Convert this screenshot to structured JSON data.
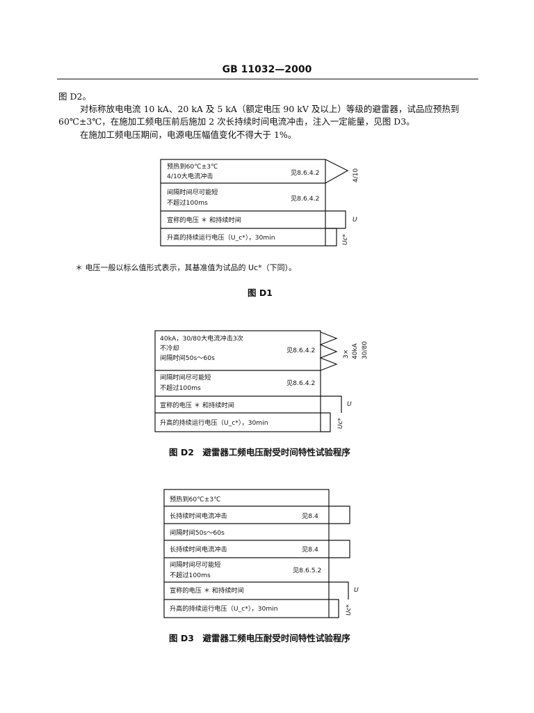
{
  "header": {
    "title": "GB 11032—2000"
  },
  "body_text": {
    "line1": "图 D2。",
    "line2": "对标称放电电流 10 kA、20 kA 及 5 kA（额定电压 90 kV 及以上）等级的避雷器，试品应预热到",
    "line3": "60℃±3℃，在施加工频电压前后施加 2 次长持续时间电流冲击，注入一定能量，见图 D3。",
    "line4": "在施加工频电压期间，电源电压幅值变化不得大于 1%。"
  },
  "fig_d1": {
    "rows": [
      {
        "lines": [
          "预热到60℃±3℃",
          "4/10大电流冲击"
        ],
        "ref": "见8.6.4.2"
      },
      {
        "lines": [
          "间隔时间尽可能短",
          "不超过100ms"
        ],
        "ref": "见8.6.4.2"
      },
      {
        "lines": [
          "宣称的电压 ＊ 和持续时间"
        ],
        "ref": ""
      },
      {
        "lines": [
          "升高的持续运行电压（U_c*），30min"
        ],
        "ref": ""
      }
    ],
    "label_impulse": "4/10",
    "label_u": "U",
    "label_uc": "Uc*",
    "footnote": "＊ 电压一般以标么值形式表示，其基准值为试品的 Uc*（下同）。",
    "caption": "图 D1"
  },
  "fig_d2": {
    "rows": [
      {
        "lines": [
          "40kA，30/80大电流冲击3次",
          "不冷却",
          "间隔时间50s～60s"
        ],
        "ref": "见8.6.4.2"
      },
      {
        "lines": [
          "间隔时间尽可能短",
          "不超过100ms"
        ],
        "ref": "见8.6.4.2"
      },
      {
        "lines": [
          "宣称的电压 ＊ 和持续时间"
        ],
        "ref": ""
      },
      {
        "lines": [
          "升高的持续运行电压（U_c*），30min"
        ],
        "ref": ""
      }
    ],
    "label_times": "3×",
    "label_ka": "40kA",
    "label_wave": "30/80",
    "label_u": "U",
    "label_uc": "Uc*",
    "caption": "图 D2　避雷器工频电压耐受时间特性试验程序"
  },
  "fig_d3": {
    "rows": [
      {
        "lines": [
          "预热到60℃±3℃"
        ],
        "ref": ""
      },
      {
        "lines": [
          "长持续时间电流冲击"
        ],
        "ref": "见8.4"
      },
      {
        "lines": [
          "间隔时间50s～60s"
        ],
        "ref": ""
      },
      {
        "lines": [
          "长持续时间电流冲击"
        ],
        "ref": "见8.4"
      },
      {
        "lines": [
          "间隔时间尽可能短",
          "不超过100ms"
        ],
        "ref": "见8.6.5.2"
      },
      {
        "lines": [
          "宣称的电压 ＊ 和持续时间"
        ],
        "ref": ""
      },
      {
        "lines": [
          "升高的持续运行电压（U_c*），30min"
        ],
        "ref": ""
      }
    ],
    "label_u": "U",
    "label_uc": "Uc*",
    "caption": "图 D3　避雷器工频电压耐受时间特性试验程序"
  }
}
